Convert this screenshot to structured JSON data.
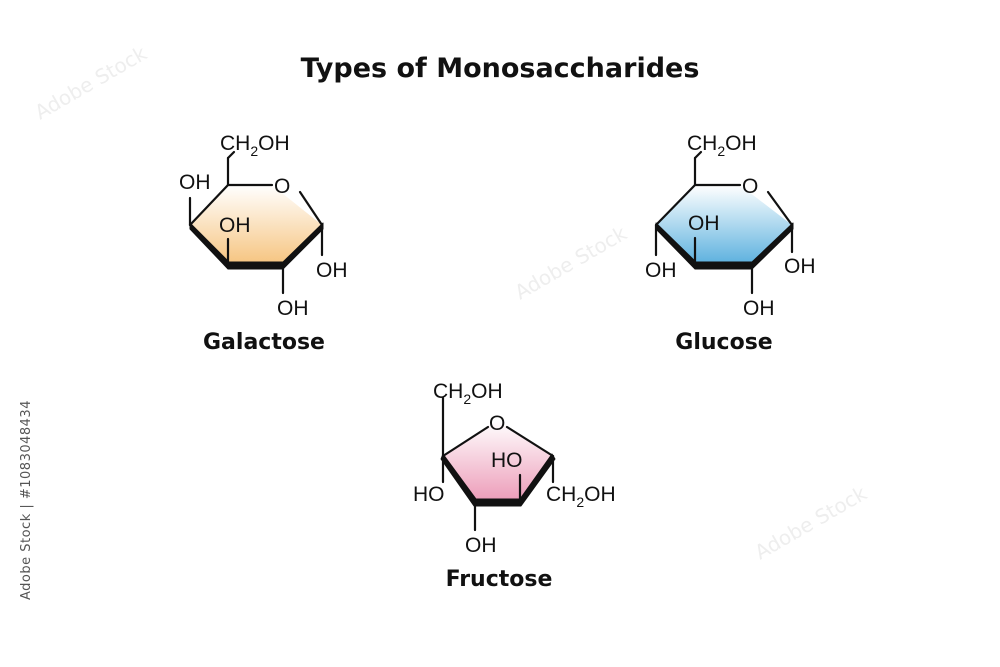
{
  "title": "Types of Monosaccharides",
  "colors": {
    "galactose_fill": "#f6c47f",
    "glucose_fill": "#5ab0de",
    "fructose_fill": "#ec9bb8",
    "text": "#111111"
  },
  "molecules": {
    "galactose": {
      "name": "Galactose",
      "ch2oh_main": "CH",
      "ch2oh_sub": "2",
      "ch2oh_tail": "OH",
      "ring_o": "O",
      "oh_c4": "OH",
      "oh_c3": "OH",
      "oh_c1": "OH",
      "oh_c2": "OH"
    },
    "glucose": {
      "name": "Glucose",
      "ch2oh_main": "CH",
      "ch2oh_sub": "2",
      "ch2oh_tail": "OH",
      "ring_o": "O",
      "oh_c3": "OH",
      "oh_c4": "OH",
      "oh_c1": "OH",
      "oh_c2": "OH"
    },
    "fructose": {
      "name": "Fructose",
      "ch2oh_top_main": "CH",
      "ch2oh_top_sub": "2",
      "ch2oh_top_tail": "OH",
      "ring_o": "O",
      "ho_c3": "HO",
      "ho_c2": "HO",
      "oh_c3": "OH",
      "ch2oh_right_main": "CH",
      "ch2oh_right_sub": "2",
      "ch2oh_right_tail": "OH"
    }
  },
  "stock_label": "Adobe Stock | #1083048434"
}
